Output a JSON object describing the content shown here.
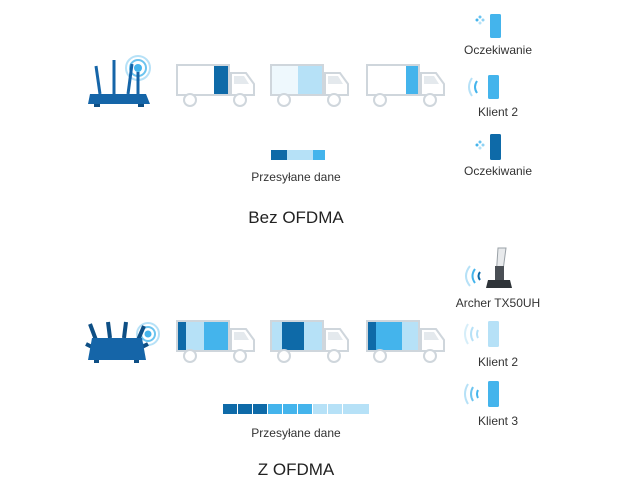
{
  "without_ofdma": {
    "title": "Bez OFDMA",
    "data_label": "Przesyłane dane",
    "clients": [
      {
        "label": "Oczekiwanie",
        "state": "waiting"
      },
      {
        "label": "Klient 2",
        "state": "active"
      },
      {
        "label": "Oczekiwanie",
        "state": "waiting"
      }
    ]
  },
  "with_ofdma": {
    "title": "Z OFDMA",
    "data_label": "Przesyłane dane",
    "clients": [
      {
        "label": "Archer TX50UH",
        "state": "active"
      },
      {
        "label": "Klient 2",
        "state": "active"
      },
      {
        "label": "Klient 3",
        "state": "active"
      }
    ]
  },
  "colors": {
    "dark_blue": "#0e6aa8",
    "mid_blue": "#44b4ec",
    "light_blue": "#b6e1f7",
    "outline_gray": "#cfd6dc",
    "router": "#1565a8"
  }
}
